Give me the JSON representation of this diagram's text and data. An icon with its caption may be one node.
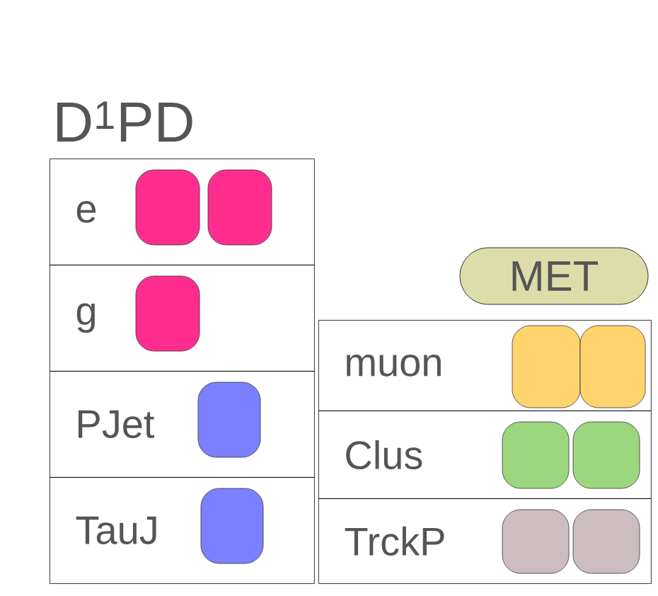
{
  "diagram": {
    "title": "D$^{1}$PD",
    "nodes": [
      {
        "text": [
          "e"
        ]
      },
      {
        "text": [],
        "shape": "box",
        "in": 0
      },
      {
        "text": [],
        "shape": "box",
        "in": 0
      },
      {
        "text": [
          "g"
        ]
      },
      {
        "text": [],
        "shape": "box",
        "in": 3
      },
      {
        "text": [
          "PJet"
        ]
      },
      {
        "text": [],
        "shape": "box",
        "in": 5
      },
      {
        "text": [
          "TauJ"
        ]
      },
      {
        "text": [],
        "shape": "box",
        "in": 7
      },
      {
        "text": [
          "MET"
        ]
      },
      {
        "text": [
          "muon"
        ]
      },
      {
        "text": [],
        "shape": "box",
        "in": 10
      },
      {
        "text": [],
        "shape": "box",
        "in": 10
      },
      {
        "text": [
          "Clus"
        ]
      },
      {
        "text": [],
        "shape": "box",
        "in": 13
      },
      {
        "text": [],
        "shape": "box",
        "in": 13
      },
      {
        "text": [
          "TrckP"
        ]
      },
      {
        "text": [],
        "shape": "box",
        "in": 16
      },
      {
        "text": [],
        "shape": "box",
        "in": 16
      }
    ]
  }
}
